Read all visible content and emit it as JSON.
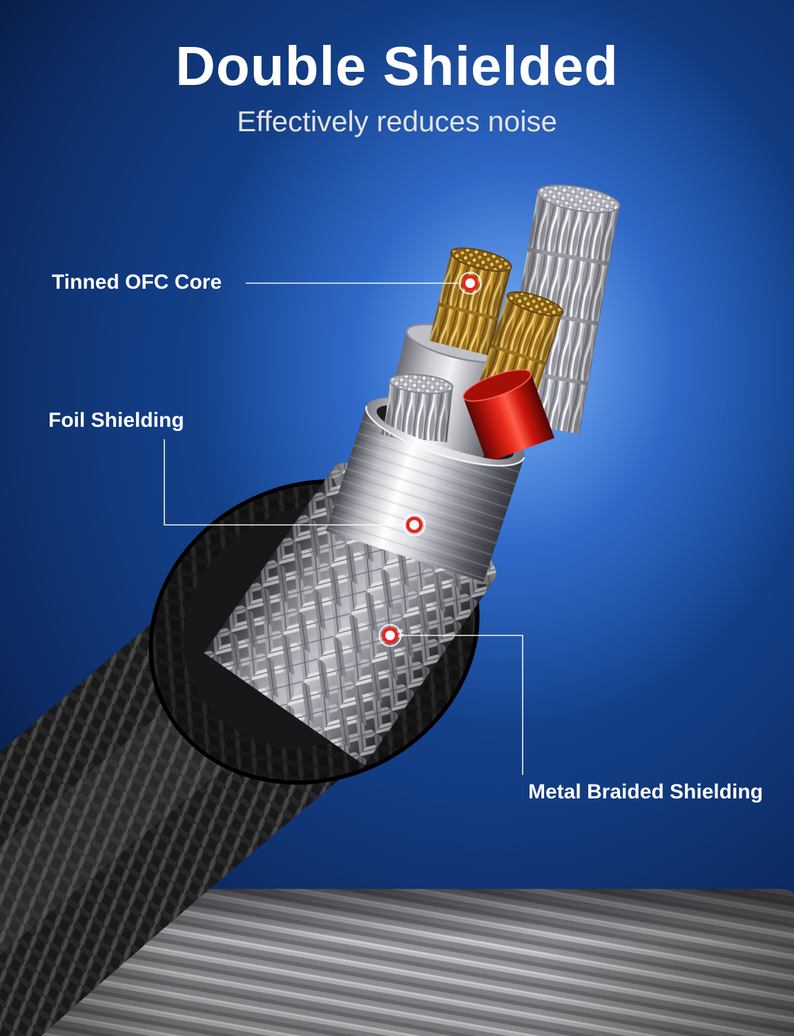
{
  "header": {
    "title": "Double Shielded",
    "subtitle": "Effectively reduces noise"
  },
  "callouts": [
    {
      "id": "tinned-ofc-core",
      "label": "Tinned OFC Core"
    },
    {
      "id": "foil-shielding",
      "label": "Foil Shielding"
    },
    {
      "id": "metal-braided-shielding",
      "label": "Metal Braided Shielding"
    }
  ],
  "colors": {
    "accent_red": "#e8251f",
    "glow_blue": "#2e6fd8",
    "background_navy": "#050e22",
    "text_primary": "#ffffff",
    "text_secondary": "#e3e3e3"
  }
}
